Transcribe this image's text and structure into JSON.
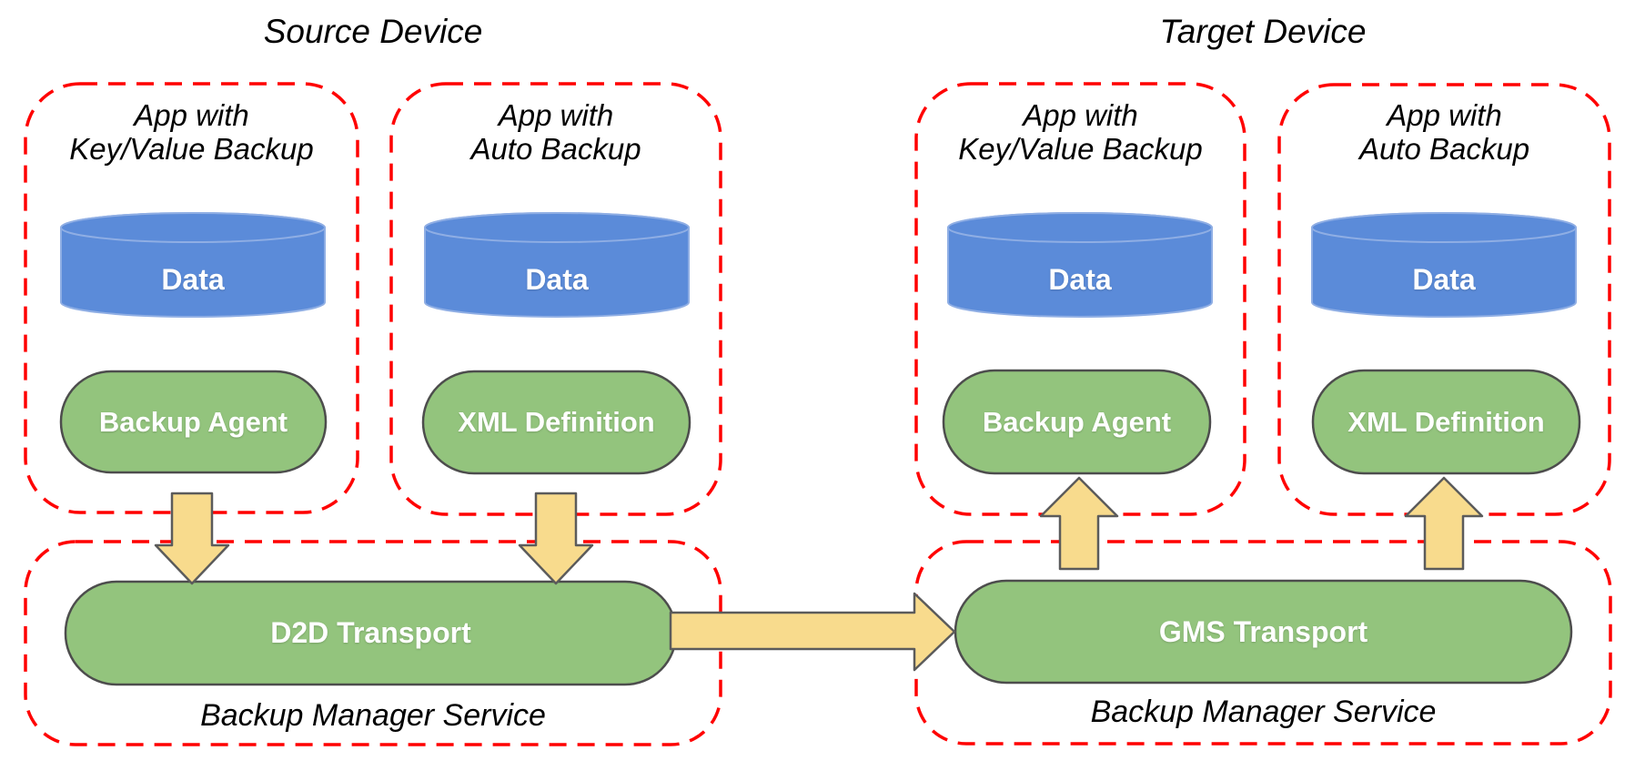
{
  "diagram": {
    "source": {
      "title": "Source Device",
      "apps": [
        {
          "title_line1": "App with",
          "title_line2": "Key/Value Backup",
          "data_label": "Data",
          "component_label": "Backup Agent"
        },
        {
          "title_line1": "App with",
          "title_line2": "Auto Backup",
          "data_label": "Data",
          "component_label": "XML Definition"
        }
      ],
      "service": {
        "transport_label": "D2D Transport",
        "label": "Backup Manager Service"
      }
    },
    "target": {
      "title": "Target Device",
      "apps": [
        {
          "title_line1": "App with",
          "title_line2": "Key/Value Backup",
          "data_label": "Data",
          "component_label": "Backup Agent"
        },
        {
          "title_line1": "App with",
          "title_line2": "Auto Backup",
          "data_label": "Data",
          "component_label": "XML Definition"
        }
      ],
      "service": {
        "transport_label": "GMS Transport",
        "label": "Backup Manager Service"
      }
    },
    "colors": {
      "box_border": "#FF0000",
      "cylinder_fill": "#5B8BD9",
      "cylinder_stroke": "#8FAEE4",
      "pill_fill": "#93C47D",
      "pill_stroke": "#4D4D4D",
      "arrow_fill": "#F8DB8D",
      "arrow_stroke": "#5B5B5B",
      "text_dark": "#000000",
      "text_light": "#FFFFFF"
    }
  }
}
